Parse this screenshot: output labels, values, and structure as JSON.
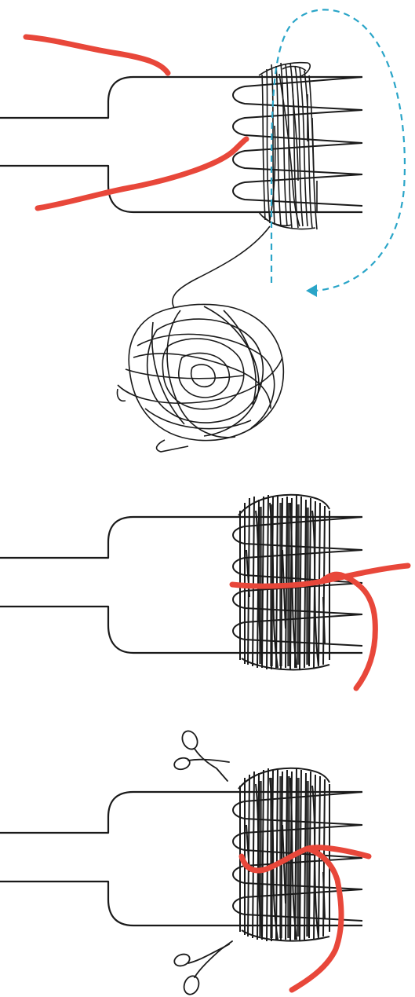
{
  "colors": {
    "ink": "#1a1a1a",
    "tie": "#e8473a",
    "guide": "#2aa5c8",
    "background": "#ffffff"
  },
  "steps": [
    {
      "id": "step-1",
      "action": "wrap-yarn-around-fork",
      "shows": [
        "fork",
        "yarn-wraps",
        "tie-string",
        "wrap-direction-arrow",
        "yarn-ball"
      ]
    },
    {
      "id": "step-2",
      "action": "tie-center-of-bundle",
      "shows": [
        "fork",
        "yarn-bundle",
        "tie-knot"
      ]
    },
    {
      "id": "step-3",
      "action": "cut-loops-on-both-sides",
      "shows": [
        "fork",
        "yarn-bundle",
        "tie-knot",
        "scissors-icon",
        "scissors-icon"
      ]
    }
  ],
  "icons": [
    "scissors-icon",
    "arrow-head-icon"
  ]
}
